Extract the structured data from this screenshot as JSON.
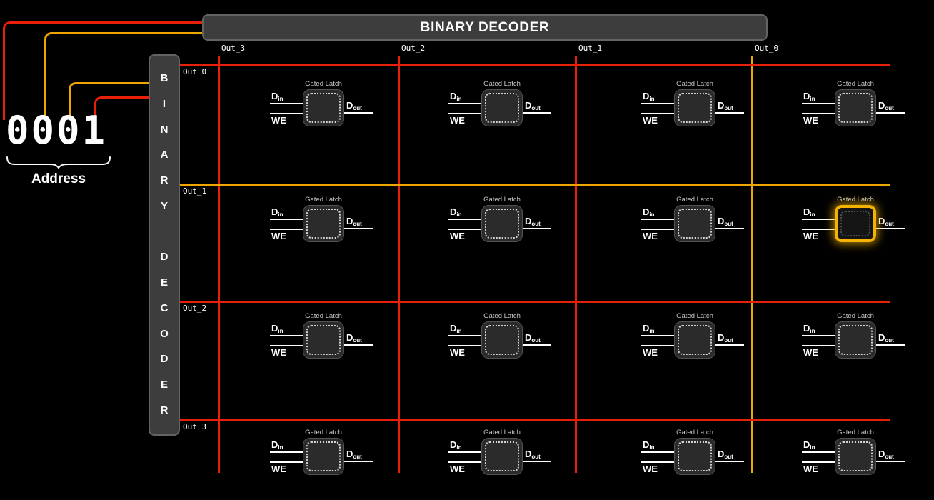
{
  "colors": {
    "red": "#e8200a",
    "yellow": "#f0a500",
    "highlight": "#f5b301"
  },
  "address": {
    "value": "0001",
    "label": "Address"
  },
  "top_decoder": {
    "label": "BINARY DECODER"
  },
  "left_decoder": {
    "label": "BINARY DECODER",
    "letters": [
      "B",
      "I",
      "N",
      "A",
      "R",
      "Y",
      "",
      "D",
      "E",
      "C",
      "O",
      "D",
      "E",
      "R"
    ]
  },
  "columns": [
    {
      "label": "Out_3",
      "line_color": "red"
    },
    {
      "label": "Out_2",
      "line_color": "red"
    },
    {
      "label": "Out_1",
      "line_color": "red"
    },
    {
      "label": "Out_0",
      "line_color": "yellow"
    }
  ],
  "rows": [
    {
      "label": "Out_0",
      "line_color": "red"
    },
    {
      "label": "Out_1",
      "line_color": "yellow"
    },
    {
      "label": "Out_2",
      "line_color": "red"
    },
    {
      "label": "Out_3",
      "line_color": "red"
    }
  ],
  "wires": [
    {
      "color": "red"
    },
    {
      "color": "yellow"
    },
    {
      "color": "yellow"
    },
    {
      "color": "red"
    }
  ],
  "latch": {
    "title": "Gated Latch",
    "d": "D",
    "in_sub": "in",
    "we": "WE",
    "out_sub": "out"
  },
  "highlighted_cell": {
    "row": "Out_1",
    "col": "Out_0"
  }
}
